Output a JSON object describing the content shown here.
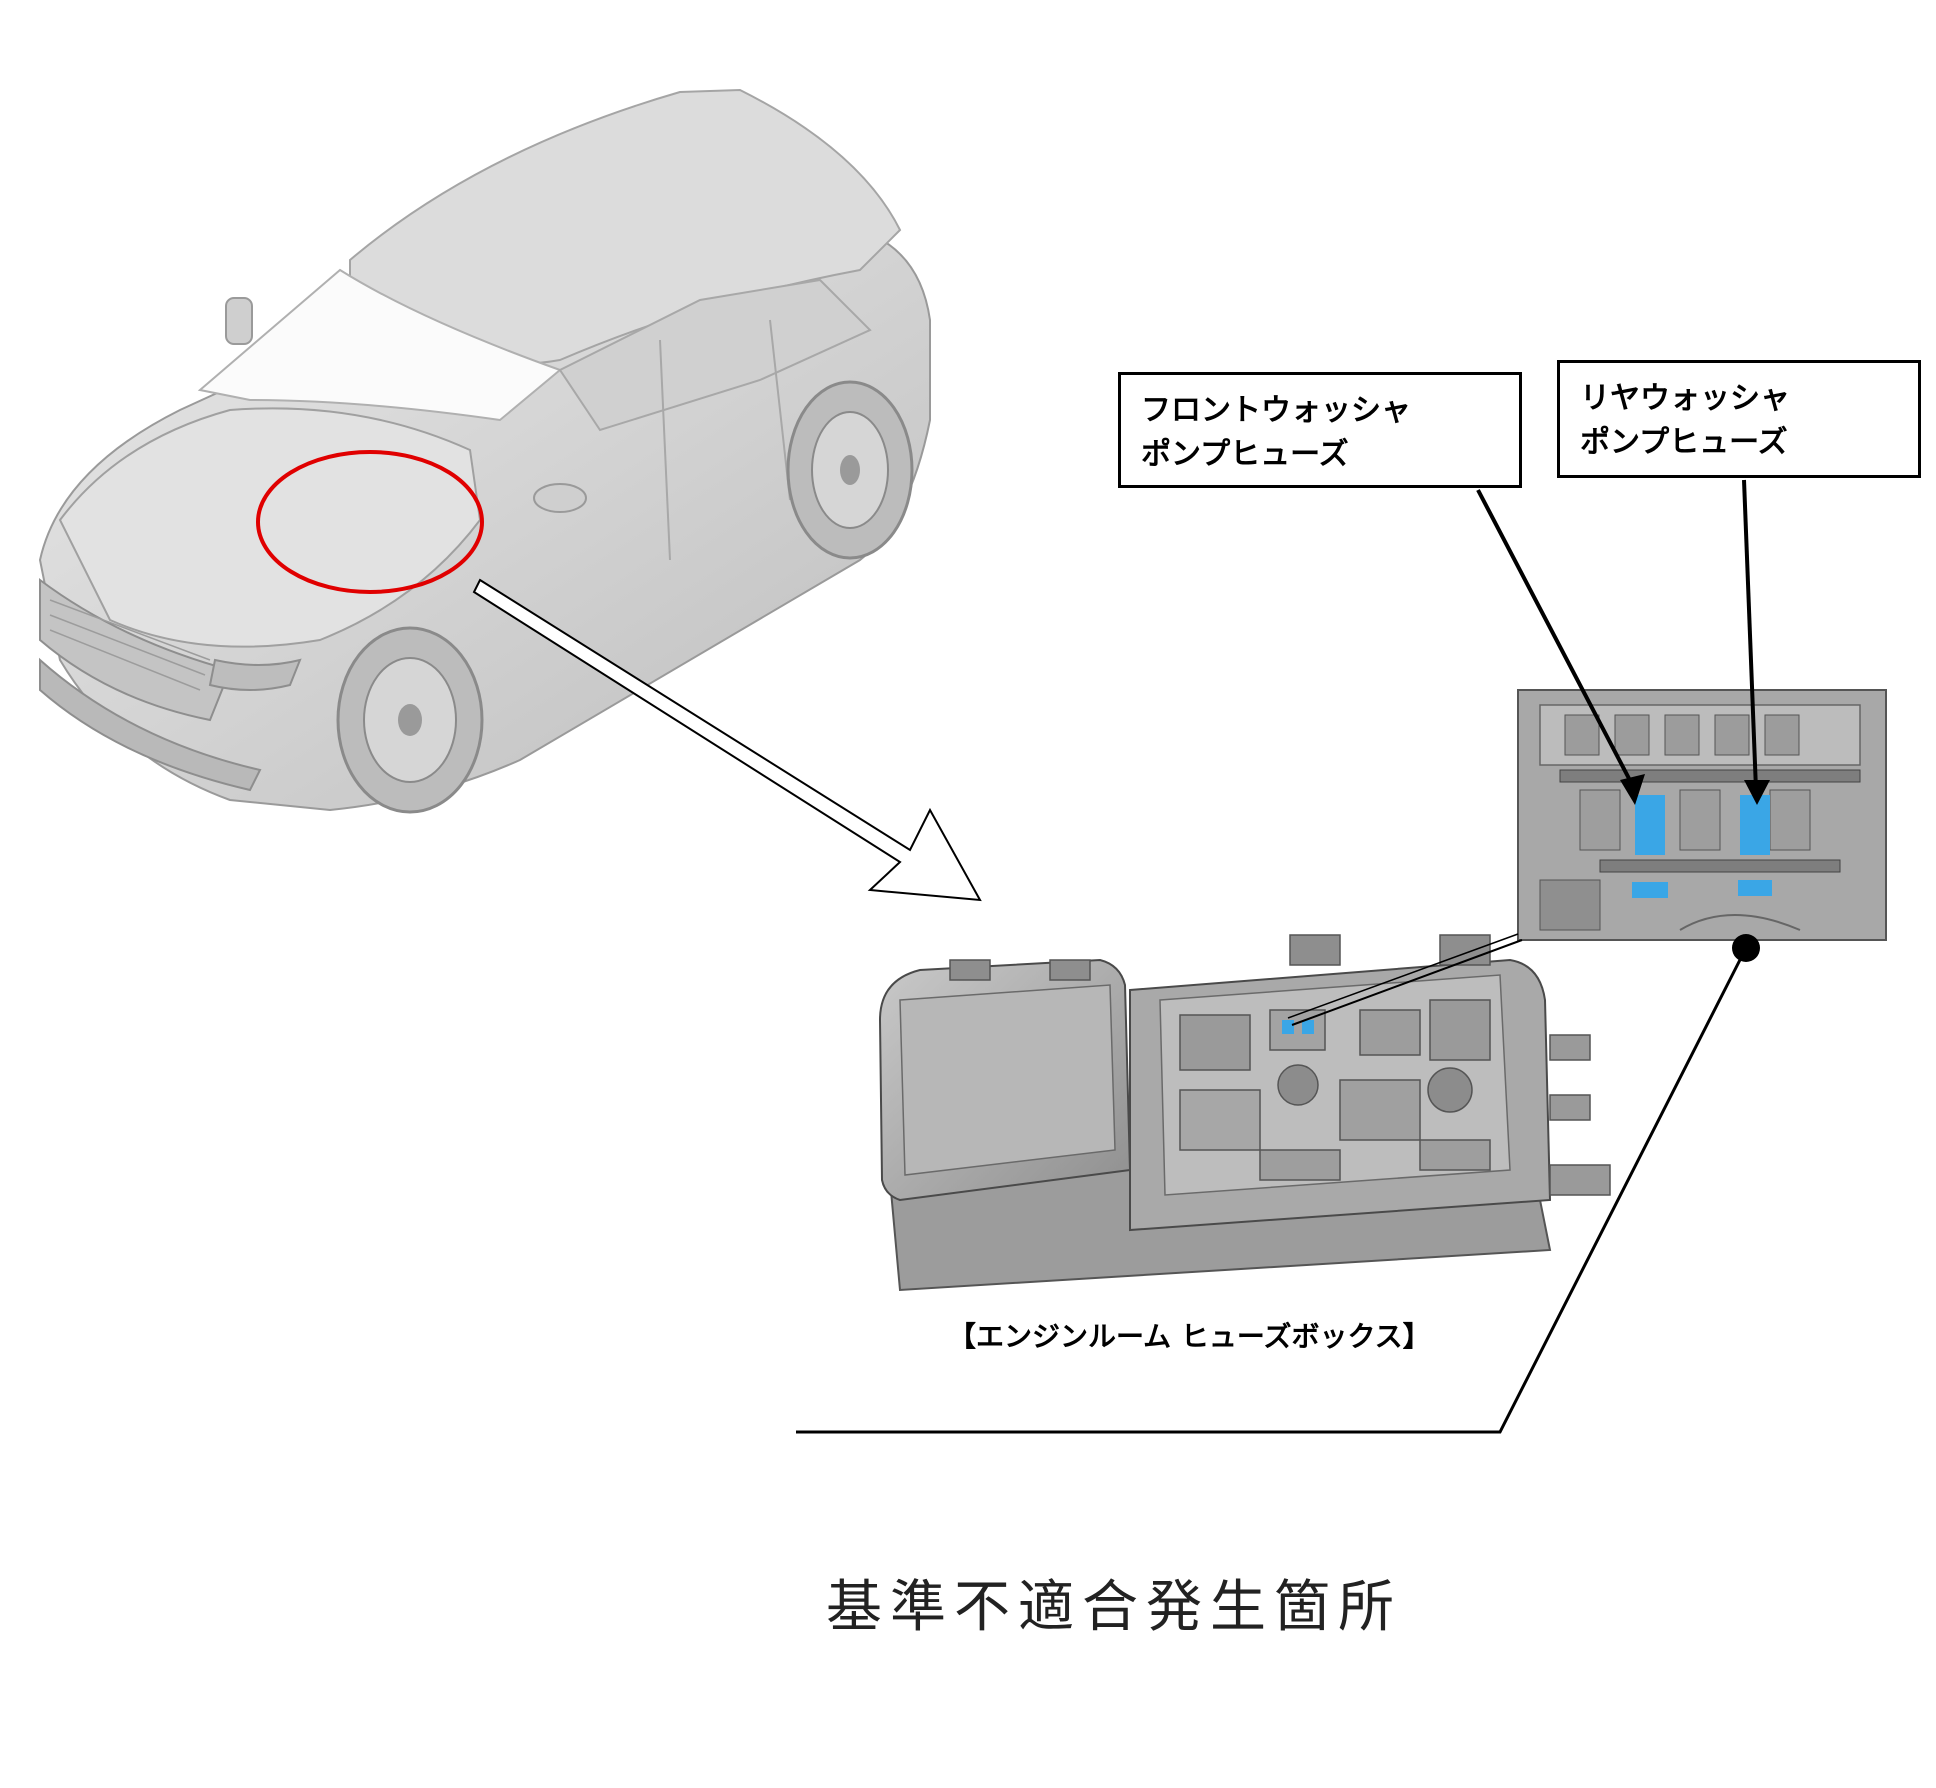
{
  "callouts": {
    "front_washer_fuse": {
      "line1": "フロントウォッシャ",
      "line2": "ポンプヒューズ"
    },
    "rear_washer_fuse": {
      "line1": "リヤウォッシャ",
      "line2": "ポンプヒューズ"
    }
  },
  "fuse_box_caption": "【エンジンルーム  ヒューズボックス】",
  "defect_location_label": "基準不適合発生箇所",
  "colors": {
    "highlight_circle": "#e00000",
    "fuse_highlight": "#3aa6e6",
    "line": "#000000",
    "car_body": "#d9d9d9"
  }
}
